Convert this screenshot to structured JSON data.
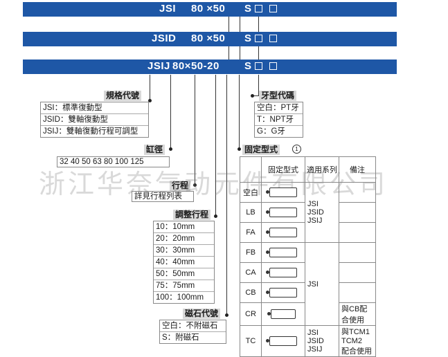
{
  "bars": [
    {
      "model": "JSI",
      "size": "80 ×50",
      "suffix": "S"
    },
    {
      "model": "JSID",
      "size": "80 ×50",
      "suffix": "S"
    },
    {
      "model": "JSIJ",
      "size": "80×50-20",
      "suffix": "S"
    }
  ],
  "spec": {
    "title": "規格代號",
    "items": [
      "JSI：標準復動型",
      "JSID：雙軸復動型",
      "JSIJ：雙軸復動行程可調型"
    ]
  },
  "bore": {
    "title": "缸徑",
    "values": "32 40 50 63 80 100 125"
  },
  "stroke": {
    "title": "行程",
    "note": "詳見行程列表"
  },
  "adjust": {
    "title": "調整行程",
    "items": [
      "10：10mm",
      "20：20mm",
      "30：30mm",
      "40：40mm",
      "50：50mm",
      "75：75mm",
      "100：100mm"
    ]
  },
  "magnet": {
    "title": "磁石代號",
    "items": [
      "空白：不附磁石",
      "S：附磁石"
    ]
  },
  "thread": {
    "title": "牙型代碼",
    "items": [
      "空白：PT牙",
      "T：NPT牙",
      "G：G牙"
    ]
  },
  "mount": {
    "title": "固定型式",
    "badge": "1",
    "headers": {
      "type": "固定型式",
      "series": "適用系列",
      "notes": "備注"
    },
    "rows": [
      {
        "code": "空白"
      },
      {
        "code": "LB"
      },
      {
        "code": "FA"
      },
      {
        "code": "FB"
      },
      {
        "code": "CA"
      },
      {
        "code": "CB"
      },
      {
        "code": "CR",
        "note": "與CB配合使用"
      },
      {
        "code": "TC",
        "series": "JSI JSID JSIJ",
        "note": "與TCM1 TCM2 配合使用"
      }
    ],
    "series_group1": [
      "JSI",
      "JSID",
      "JSIJ"
    ],
    "series_group2": "JSI",
    "tc_series": [
      "JSI",
      "JSID",
      "JSIJ"
    ],
    "tc_note": [
      "與TCM1",
      "TCM2",
      "配合使用"
    ],
    "cr_note": [
      "與CB配",
      "合使用"
    ]
  },
  "watermark": "浙江华奈气动元件有限公司"
}
